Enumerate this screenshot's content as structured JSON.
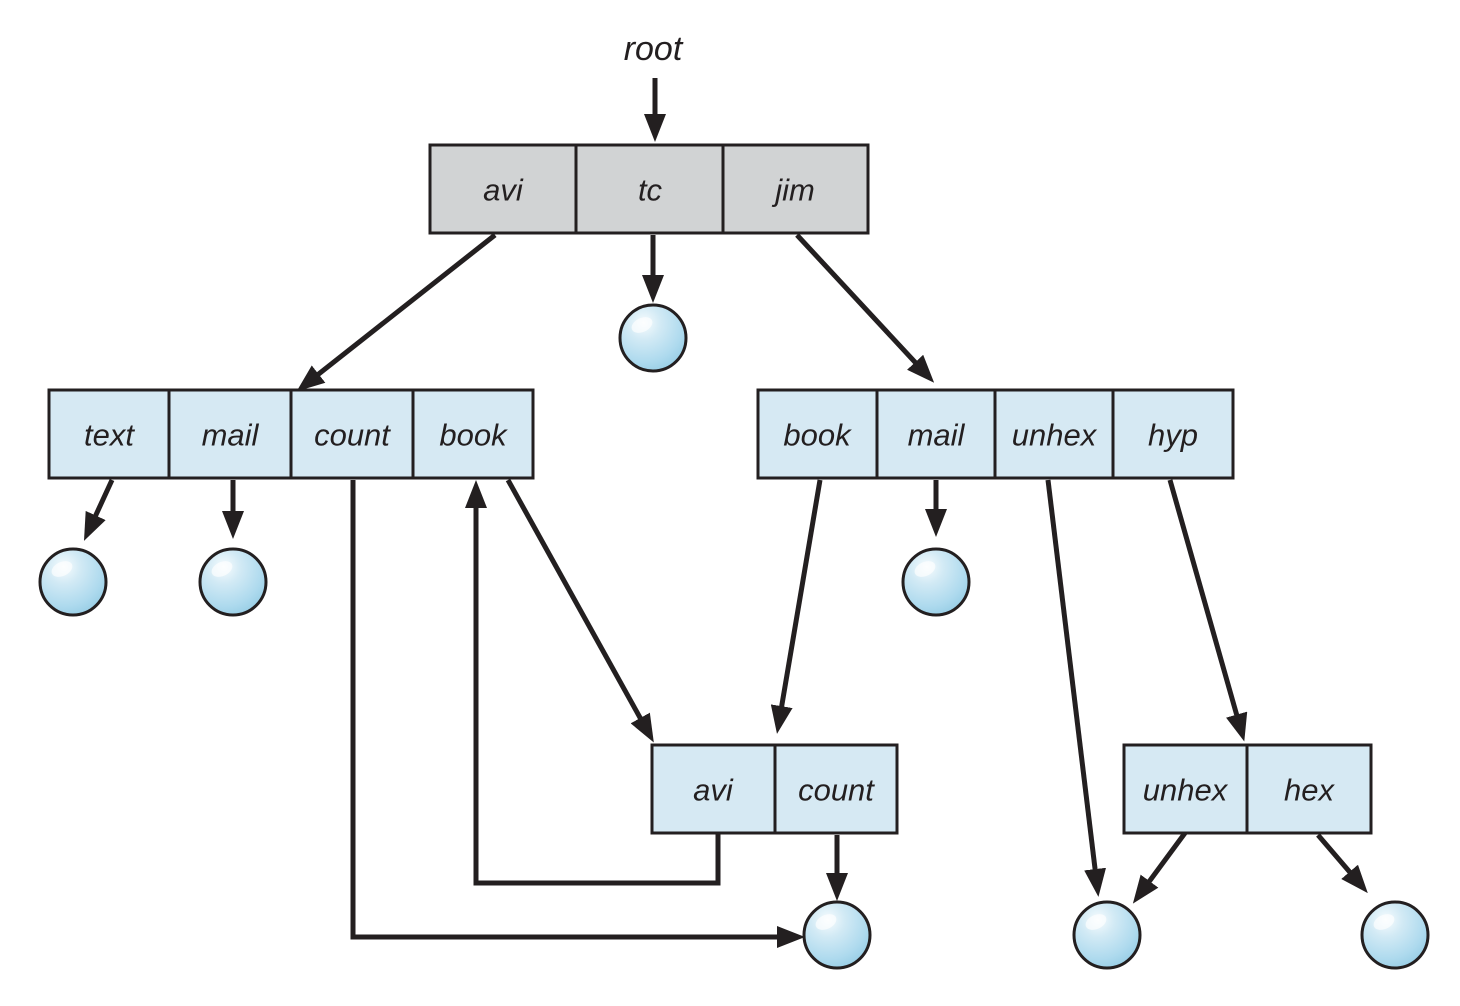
{
  "figure": {
    "root_label": "root",
    "tables": {
      "root_dir": {
        "cells": [
          "avi",
          "tc",
          "jim"
        ]
      },
      "avi_dir": {
        "cells": [
          "text",
          "mail",
          "count",
          "book"
        ]
      },
      "jim_dir": {
        "cells": [
          "book",
          "mail",
          "unhex",
          "hyp"
        ]
      },
      "shared_dir": {
        "cells": [
          "avi",
          "count"
        ]
      },
      "hyp_dir": {
        "cells": [
          "unhex",
          "hex"
        ]
      }
    },
    "icons": {
      "file_node": "blue-sphere-circle",
      "arrowhead": "solid-black-triangle"
    },
    "colors": {
      "root_dir_fill": "#d1d3d4",
      "dir_fill": "#d6e9f3",
      "file_blue_light": "#eef7fc",
      "file_blue": "#a9d8ec",
      "file_blue_edge": "#8fc9e2",
      "line": "#231f20",
      "background": "#ffffff"
    }
  }
}
